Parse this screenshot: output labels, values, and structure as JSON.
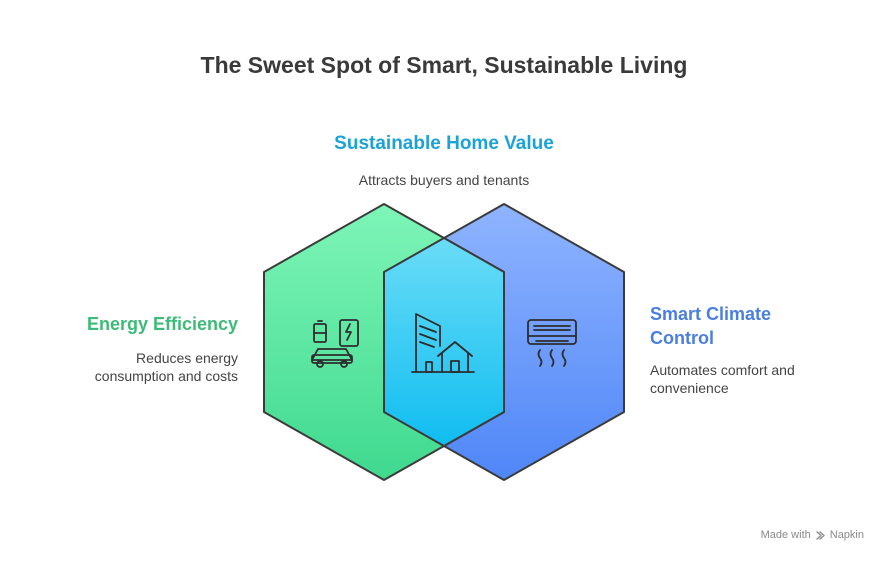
{
  "title": "The Sweet Spot of Smart, Sustainable Living",
  "center": {
    "heading": "Sustainable Home Value",
    "description": "Attracts buyers and tenants",
    "icon": "building-house-icon",
    "color": "#1ba3d6"
  },
  "left": {
    "heading": "Energy Efficiency",
    "description_lines": [
      "Reduces energy",
      "consumption and costs"
    ],
    "icon": "battery-car-icon",
    "color": "#3dbb78"
  },
  "right": {
    "heading_lines": [
      "Smart Climate",
      "Control"
    ],
    "description_lines": [
      "Automates comfort and",
      "convenience"
    ],
    "icon": "air-conditioner-icon",
    "color": "#4a7fe0"
  },
  "footer": {
    "prefix": "Made with",
    "brand": "Napkin"
  },
  "colors": {
    "green_top": "#7ef5b8",
    "green_bottom": "#3fd98e",
    "blue_top": "#8fb4ff",
    "blue_bottom": "#4f86f7",
    "cyan_top": "#63dcf5",
    "cyan_bottom": "#12bff0",
    "outline": "#3b3b3b"
  }
}
